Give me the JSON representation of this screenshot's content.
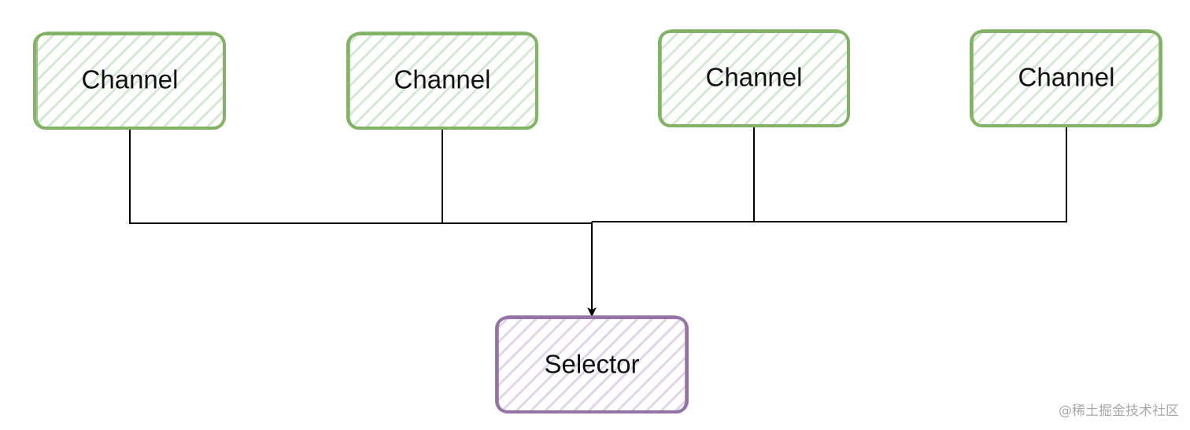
{
  "nodes": {
    "channel_1": {
      "label": "Channel"
    },
    "channel_2": {
      "label": "Channel"
    },
    "channel_3": {
      "label": "Channel"
    },
    "channel_4": {
      "label": "Channel"
    },
    "selector": {
      "label": "Selector"
    }
  },
  "colors": {
    "channel_stroke": "#82b366",
    "channel_hatch": "#d5e8d4",
    "selector_stroke": "#9673a6",
    "selector_hatch": "#e1d5e7",
    "connector": "#000000"
  },
  "watermark": {
    "text": "@稀土掘金技术社区"
  }
}
